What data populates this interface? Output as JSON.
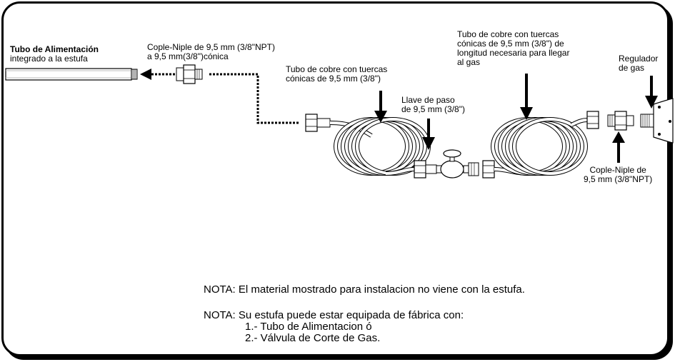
{
  "labels": {
    "supply_tube": {
      "title": "Tubo de Alimentación",
      "subtitle": "integrado a la estufa"
    },
    "coupling_top": {
      "line1": "Cople-Niple de 9,5 mm (3/8\"NPT)",
      "line2": "a 9,5 mm(3/8\")cónica"
    },
    "copper_tube_left": {
      "line1": "Tubo de cobre con tuercas",
      "line2": "cónicas de 9,5 mm (3/8\")"
    },
    "valve": {
      "line1": "Llave de paso",
      "line2": "de 9,5 mm (3/8\")"
    },
    "copper_tube_right": {
      "line1": "Tubo de cobre con tuercas",
      "line2": "cónicas de 9,5 mm (3/8\") de",
      "line3": "longitud necesaria para llegar",
      "line4": "al gas"
    },
    "regulator": {
      "line1": "Regulador",
      "line2": "de gas"
    },
    "coupling_bottom": {
      "line1": "Cople-Niple de",
      "line2": "9,5 mm (3/8\"NPT)"
    }
  },
  "notes": {
    "note1": "NOTA: El material mostrado para instalacion no viene con la estufa.",
    "note2": "NOTA: Su estufa puede estar equipada de fábrica con:",
    "item1": "1.- Tubo de Alimentacion ó",
    "item2": "2.- Válvula de Corte de Gas."
  }
}
